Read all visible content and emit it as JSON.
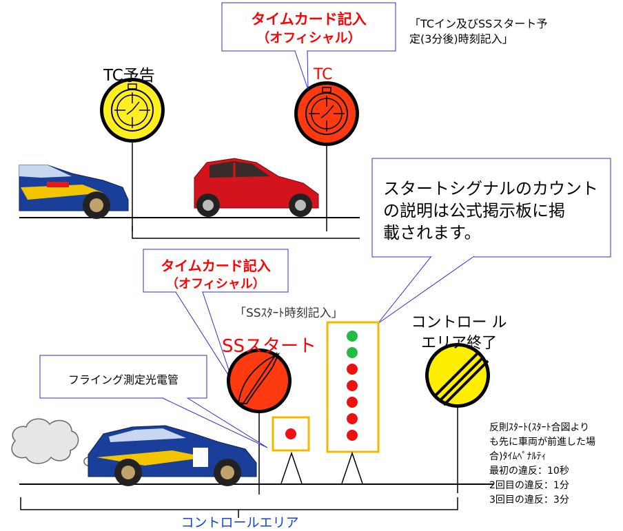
{
  "top_callout": {
    "line1": "タイムカード記入",
    "line2": "（オフィシャル）"
  },
  "top_note": {
    "line1": "「TCイン及びSSスタート予",
    "line2": "定(3分後)時刻記入」"
  },
  "tc_notice_label": "TC予告",
  "tc_label": "TC",
  "signal_callout": {
    "line1": "スタートシグナルのカウント",
    "line2": "の説明は公式掲示板に掲",
    "line3": "載されます。"
  },
  "mid_callout": {
    "line1": "タイムカード記入",
    "line2": "（オフィシャル）"
  },
  "ss_note": "「SSｽﾀｰﾄ時刻記入」",
  "ss_start_label": "SSスタート",
  "control_end_label": {
    "line1": "コントロー ル",
    "line2": "エリア終了"
  },
  "flying_callout": "フライング測定光電管",
  "penalty_note": {
    "line1": "反則ｽﾀｰﾄ(ｽﾀｰﾄ合図より",
    "line2": "も先に車両が前進した場",
    "line3": "合)ﾀｲﾑﾍﾟﾅﾙﾃｨ",
    "line4": "最初の違反：10秒",
    "line5": "2回目の違反：1分",
    "line6": "3回目の違反：3分"
  },
  "control_area_label": "コントロールエリア",
  "colors": {
    "callout_border": "#2b2bd8",
    "red_text": "#ff0000",
    "tc_notice_sign": "#ffee22",
    "tc_sign": "#ff3a10",
    "control_end_sign": "#ffee00",
    "signal_box_border": "#f5b800",
    "light_green": "#22bb44",
    "light_red": "#ee1111",
    "area_label_blue": "#1144dd"
  }
}
